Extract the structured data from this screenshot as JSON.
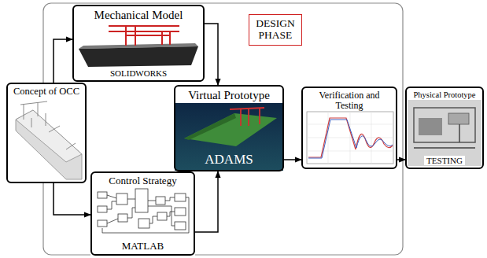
{
  "diagram": {
    "nodes": [
      {
        "text": [
          "Mechanical Model",
          "SOLIDWORKS"
        ]
      },
      {
        "text": [
          "DESIGN PHASE"
        ]
      },
      {
        "text": [
          "Concept of OCC"
        ]
      },
      {
        "text": [
          "Virtual Prototype",
          "ADAMS"
        ]
      },
      {
        "text": [
          "Verification and Testing"
        ]
      },
      {
        "text": [
          "Physical Prototype",
          "TESTING"
        ]
      },
      {
        "text": [
          "Control Strategy",
          "MATLAB"
        ]
      }
    ],
    "edges": [
      {
        "from": 2,
        "to": 0,
        "arrow": "to"
      },
      {
        "from": 2,
        "to": 6,
        "arrow": "to"
      },
      {
        "from": 0,
        "to": 3,
        "arrow": "to"
      },
      {
        "from": 6,
        "to": 3,
        "arrow": "to"
      },
      {
        "from": 3,
        "to": 4,
        "arrow": "to"
      },
      {
        "from": 4,
        "to": 5,
        "arrow": "to"
      }
    ]
  }
}
